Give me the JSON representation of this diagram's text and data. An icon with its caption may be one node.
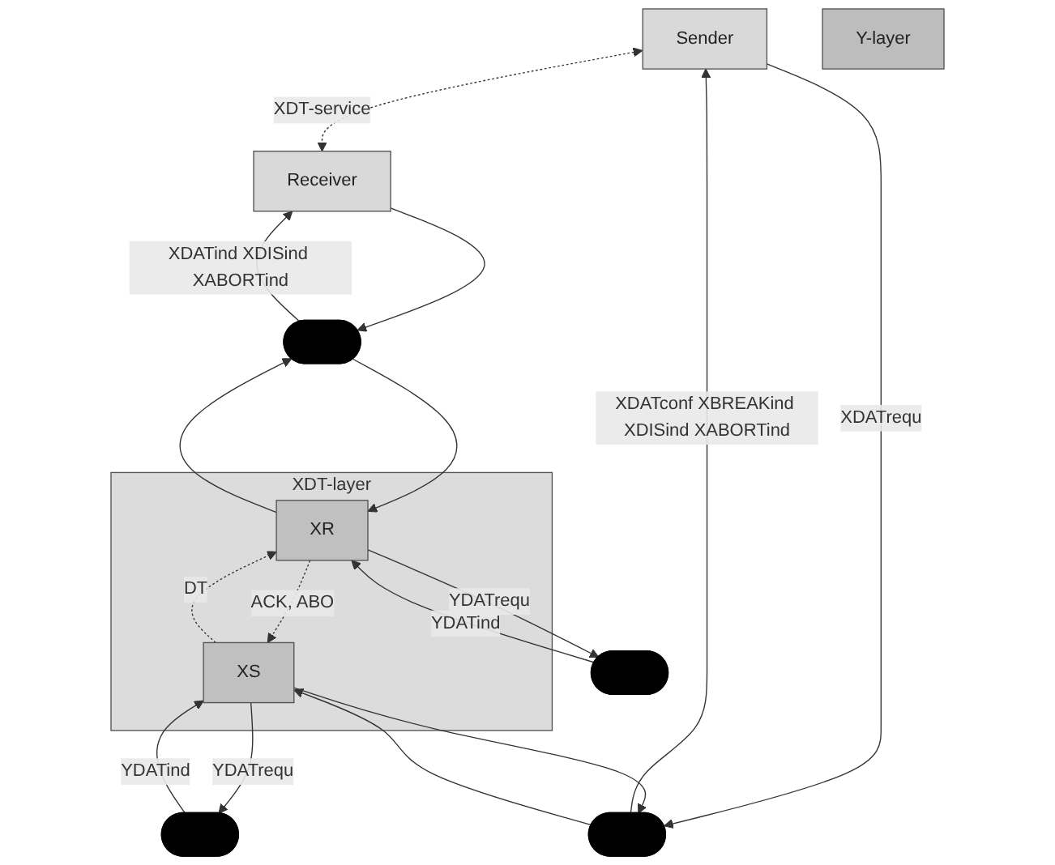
{
  "diagram": {
    "nodes": [
      {
        "text": [
          "Sender"
        ]
      },
      {
        "text": [
          "Receiver"
        ]
      },
      {
        "text": [
          "XDT-layer"
        ]
      },
      {
        "text": [],
        "shape": "ellipse"
      },
      {
        "text": [],
        "shape": "ellipse"
      },
      {
        "text": [
          "XS"
        ],
        "in": 2
      },
      {
        "text": [
          "XR"
        ],
        "in": 2
      },
      {
        "text": [],
        "shape": "ellipse"
      },
      {
        "text": [],
        "shape": "ellipse"
      },
      {
        "text": [
          "Y-layer"
        ]
      }
    ],
    "edges": [
      {
        "from": 0,
        "to": 1,
        "arrow": "both",
        "style": "dashed",
        "label": "XDT-service"
      },
      {
        "from": 0,
        "to": 3,
        "arrow": "to",
        "label": "XDATrequ"
      },
      {
        "from": 3,
        "to": 0,
        "arrow": "to",
        "label": "XDATconf XBREAKind XDISind XABORTind"
      },
      {
        "from": 1,
        "to": 4,
        "arrow": "to"
      },
      {
        "from": 4,
        "to": 1,
        "arrow": "to",
        "label": "XDATind XDISind XABORTind"
      },
      {
        "from": 3,
        "to": 5,
        "arrow": "to"
      },
      {
        "from": 5,
        "to": 3,
        "arrow": "to"
      },
      {
        "from": 4,
        "to": 6,
        "arrow": "to"
      },
      {
        "from": 6,
        "to": 4,
        "arrow": "to"
      },
      {
        "from": 5,
        "to": 6,
        "arrow": "to",
        "style": "dashed",
        "label": "DT"
      },
      {
        "from": 6,
        "to": 5,
        "arrow": "to",
        "style": "dashed",
        "label": "ACK, ABO"
      },
      {
        "from": 5,
        "to": 7,
        "arrow": "to",
        "label": "YDATrequ"
      },
      {
        "from": 7,
        "to": 5,
        "arrow": "to",
        "label": "YDATind"
      },
      {
        "from": 6,
        "to": 8,
        "arrow": "to",
        "label": "YDATrequ"
      },
      {
        "from": 8,
        "to": 6,
        "arrow": "to",
        "label": "YDATind"
      }
    ]
  }
}
